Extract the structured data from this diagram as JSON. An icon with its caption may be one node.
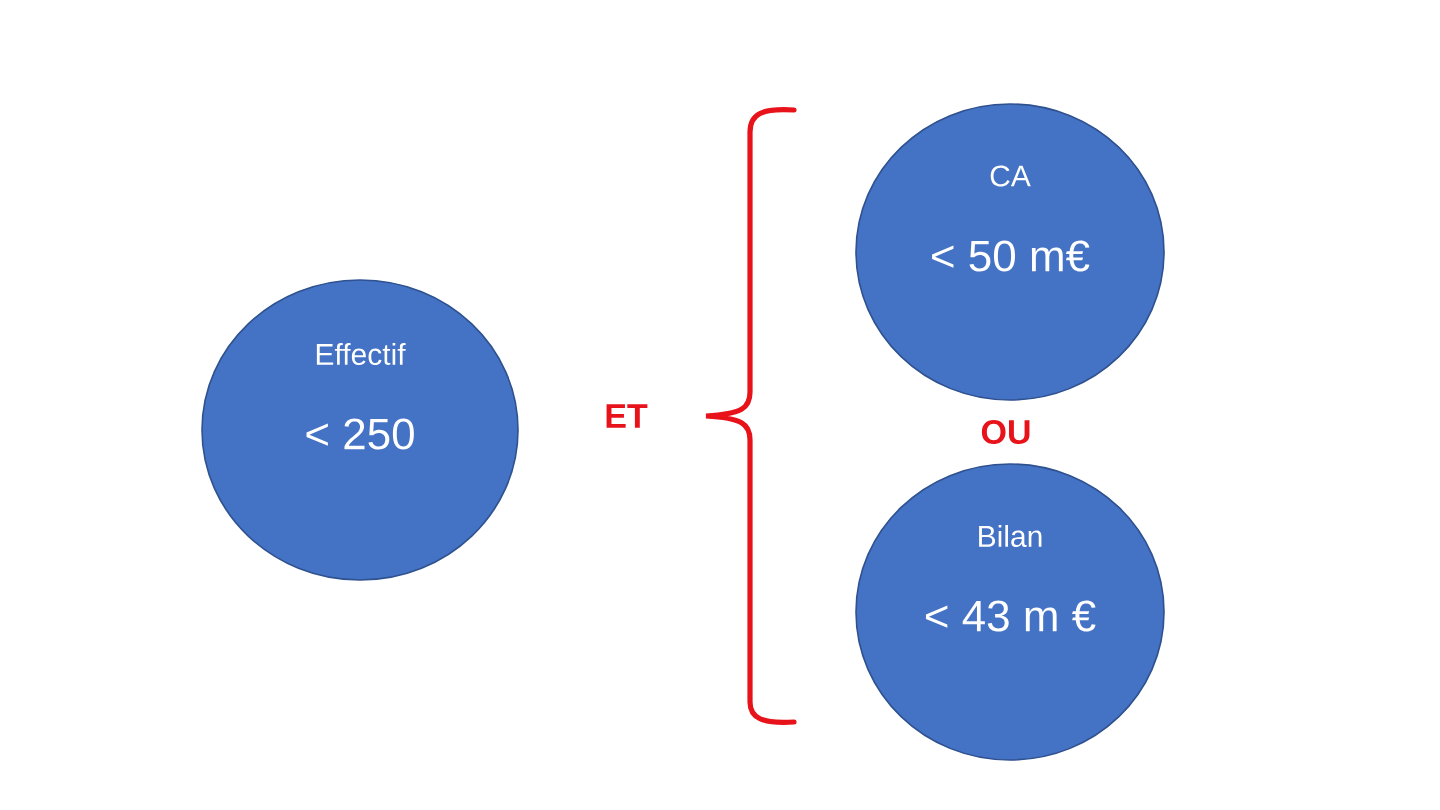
{
  "diagram": {
    "nodes": [
      {
        "text": [
          "Effectif",
          "< 250"
        ]
      },
      {
        "text": [
          "CA",
          "< 50 m€"
        ]
      },
      {
        "text": [
          "Bilan",
          "< 43 m €"
        ]
      }
    ],
    "labels": [
      "ET",
      "OU"
    ]
  }
}
